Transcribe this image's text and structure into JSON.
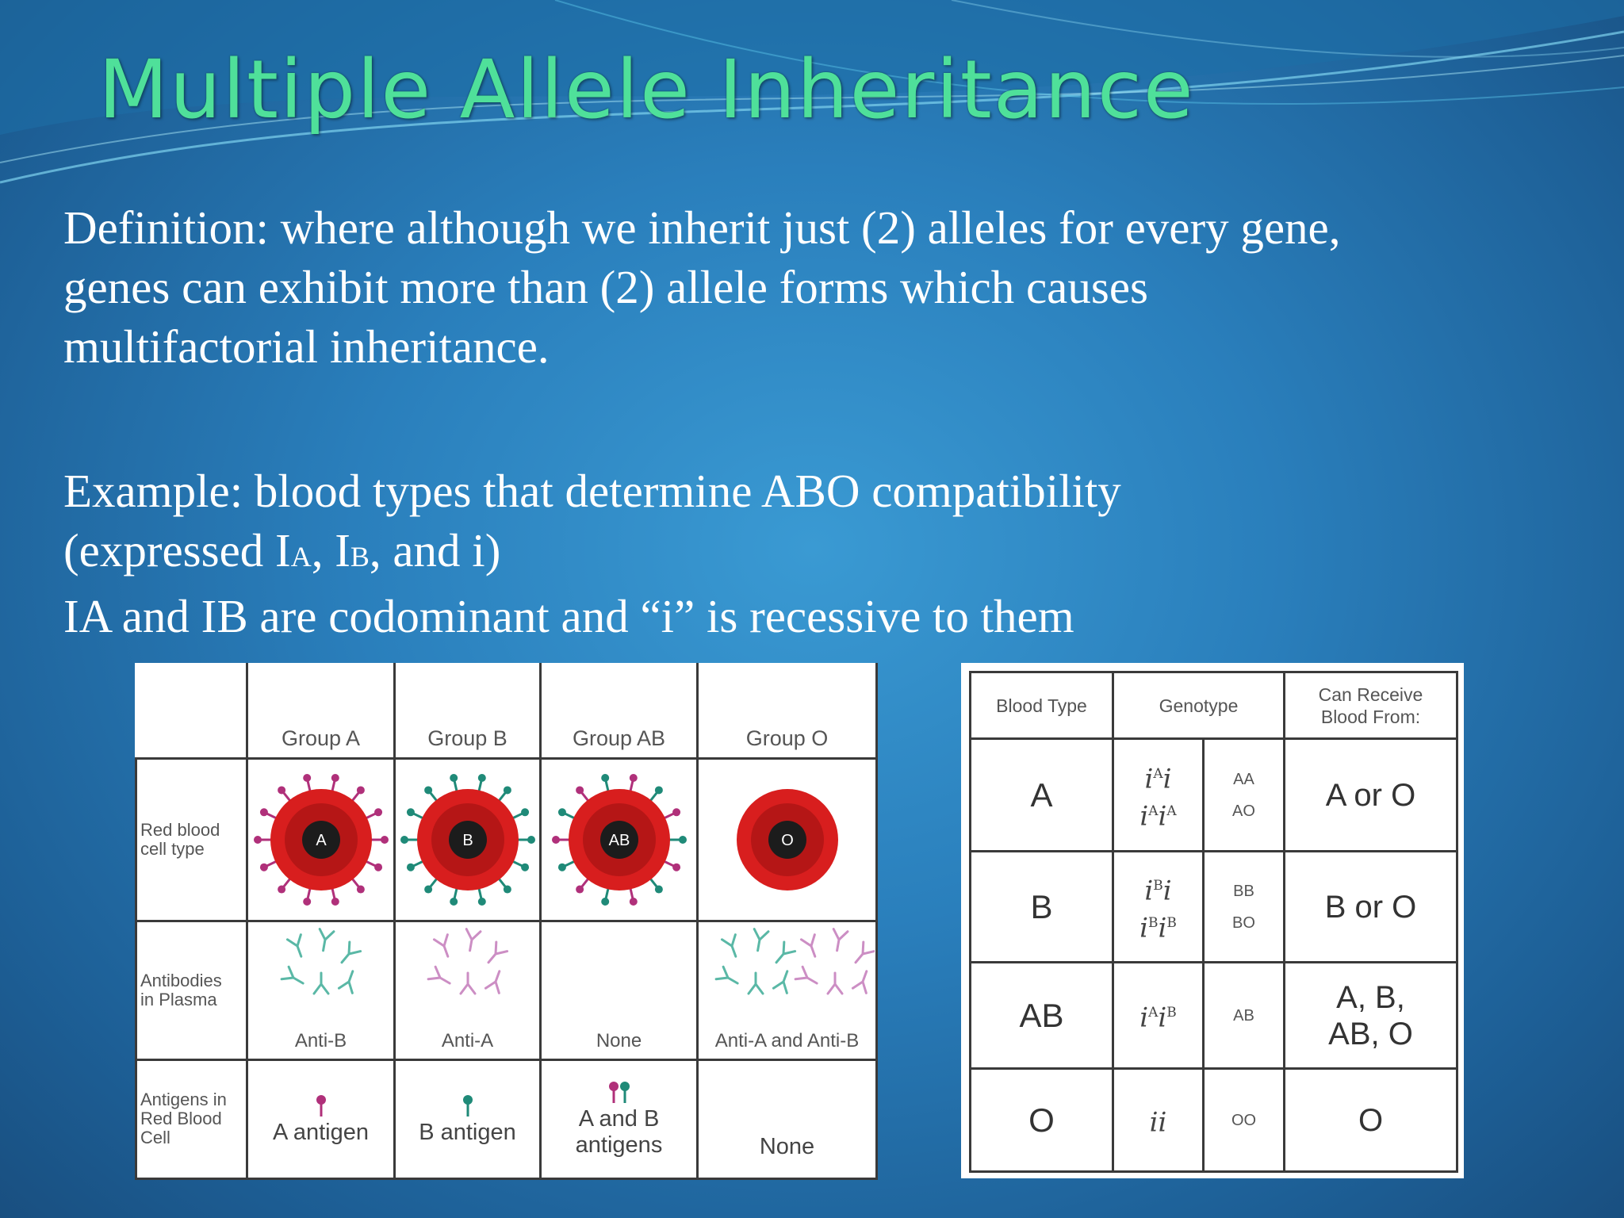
{
  "title": "Multiple Allele Inheritance",
  "definition": {
    "line1": "Definition: where although we inherit just (2) alleles for every gene,",
    "line2": "genes can exhibit more than (2) allele forms which causes",
    "line3": "multifactorial inheritance."
  },
  "example": {
    "line1": "Example: blood types that determine ABO compatibility",
    "line2_prefix": "(expressed I",
    "line2_sub_a": "A",
    "line2_mid": ", I",
    "line2_sub_b": "B",
    "line2_suffix": ", and i)",
    "line3": "IA and IB are codominant and “i” is recessive to them"
  },
  "left_table": {
    "groups": [
      "Group A",
      "Group B",
      "Group AB",
      "Group O"
    ],
    "row_labels": {
      "cell_type": [
        "Red blood",
        "cell type"
      ],
      "antibodies": [
        "Antibodies",
        "in Plasma"
      ],
      "antigens": [
        "Antigens in",
        "Red Blood",
        "Cell"
      ]
    },
    "cell_letters": [
      "A",
      "B",
      "AB",
      "O"
    ],
    "antibodies": [
      "Anti-B",
      "Anti-A",
      "None",
      "Anti-A and Anti-B"
    ],
    "antigens": [
      [
        "A antigen"
      ],
      [
        "B antigen"
      ],
      [
        "A and B",
        "antigens"
      ],
      [
        "None"
      ]
    ],
    "colors": {
      "cell_outer": "#d81e1e",
      "cell_core": "#1c1c1c",
      "antigen_a": "#b0307a",
      "antigen_b": "#1f8a78",
      "anti_b_color": "#5ab8a6",
      "anti_a_color": "#cc8ec4"
    }
  },
  "right_table": {
    "headers": {
      "blood_type": "Blood  Type",
      "genotype": "Genotype",
      "receive_line1": "Can Receive",
      "receive_line2": "Blood From:"
    },
    "rows": [
      {
        "type": "A",
        "geno": [
          {
            "s1": "A",
            "s2": ""
          },
          {
            "s1": "A",
            "s2": "A"
          }
        ],
        "letters": [
          "AA",
          "AO"
        ],
        "receive": [
          "A or O"
        ]
      },
      {
        "type": "B",
        "geno": [
          {
            "s1": "B",
            "s2": ""
          },
          {
            "s1": "B",
            "s2": "B"
          }
        ],
        "letters": [
          "BB",
          "BO"
        ],
        "receive": [
          "B or O"
        ]
      },
      {
        "type": "AB",
        "geno": [
          {
            "s1": "A",
            "s2": "B"
          }
        ],
        "letters": [
          "AB"
        ],
        "receive": [
          "A, B,",
          "AB, O"
        ]
      },
      {
        "type": "O",
        "geno": [
          {
            "s1": "",
            "s2": ""
          }
        ],
        "letters": [
          "OO"
        ],
        "receive": [
          "O"
        ]
      }
    ]
  },
  "colors": {
    "title": "#4fe09a",
    "text": "#ffffff",
    "background": "#2a7fbc"
  }
}
